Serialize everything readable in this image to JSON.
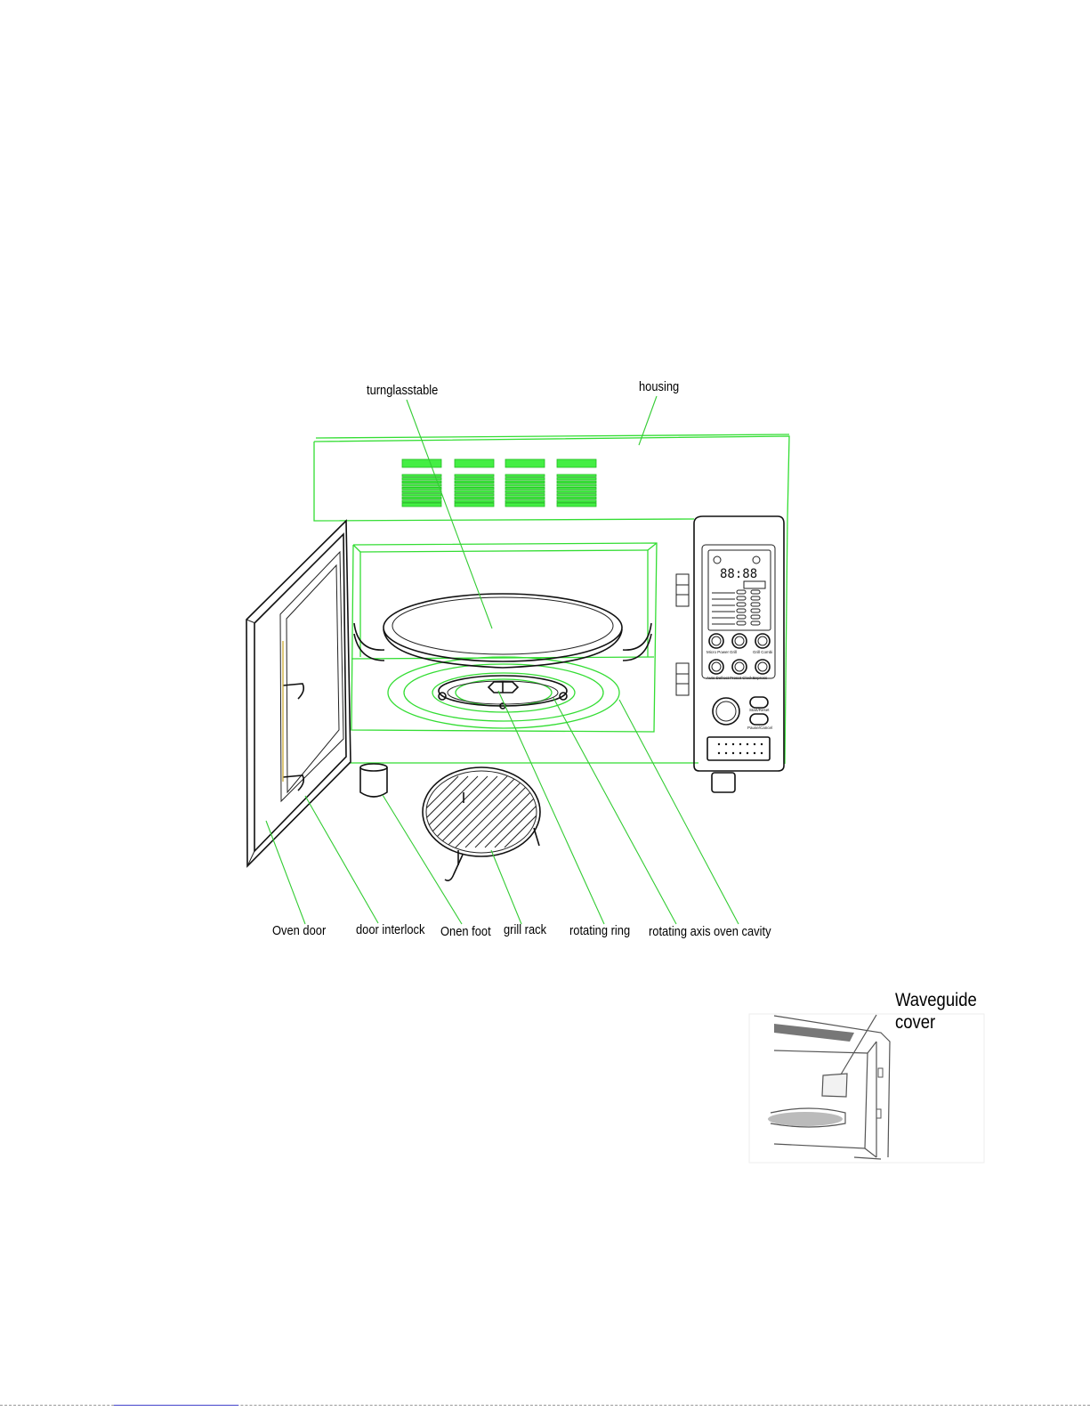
{
  "labels": {
    "turnglasstable": "turnglasstable",
    "housing": "housing",
    "oven_door": "Oven door",
    "door_interlock": "door interlock",
    "onen_foot": "Onen foot",
    "grill_rack": "grill rack",
    "rotating_ring": "rotating ring",
    "rotating_axis": "rotating axis",
    "oven_cavity": "oven cavity"
  },
  "inset": {
    "label_line1": "Waveguide",
    "label_line2": "cover"
  },
  "control_panel": {
    "display": "88:88",
    "buttons": [
      "Micro Power",
      "Grill",
      "Grill Combi",
      "Auto Defrost",
      "Preset Clock",
      "Express"
    ],
    "start_label": "Start/Reset",
    "pause_label": "Pause/Cancel"
  },
  "colors": {
    "outline_green": "#33dd33",
    "vent_green": "#44ee44",
    "line_black": "#111111"
  }
}
